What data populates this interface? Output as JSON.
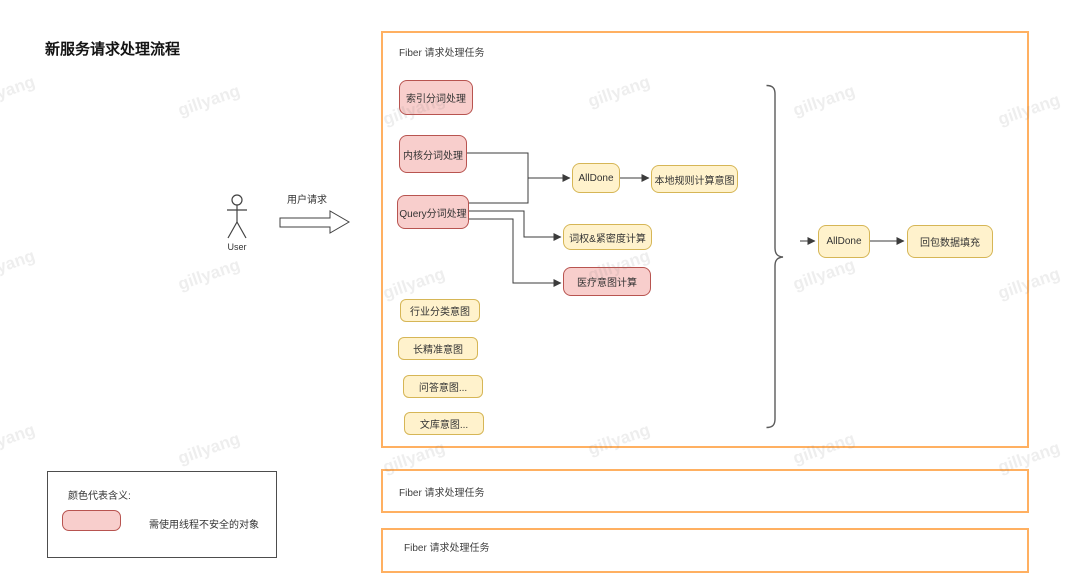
{
  "title": "新服务请求处理流程",
  "watermark": {
    "text": "gillyang"
  },
  "actor": {
    "label": "User",
    "request_label": "用户请求"
  },
  "containers": {
    "task1_label": "Fiber 请求处理任务",
    "task2_label": "Fiber 请求处理任务",
    "task3_label": "Fiber 请求处理任务"
  },
  "nodes": {
    "index_seg": "索引分词处理",
    "kernel_seg": "内核分词处理",
    "query_seg": "Query分词处理",
    "alldone_1": "AllDone",
    "local_rule_intent": "本地规则计算意图",
    "term_weight_calc": "词权&紧密度计算",
    "medical_intent_calc": "医疗意图计算",
    "industry_intent": "行业分类意图",
    "long_precise_intent": "长精准意图",
    "qa_intent": "问答意图...",
    "wenku_intent": "文库意图...",
    "alldone_2": "AllDone",
    "response_fill": "回包数据填充"
  },
  "legend": {
    "title": "颜色代表含义:",
    "item_label": "需使用线程不安全的对象"
  },
  "colors": {
    "pink_fill": "#f8cecc",
    "pink_stroke": "#b85450",
    "yellow_fill": "#fff2cc",
    "yellow_stroke": "#d6b656",
    "container_stroke": "#ffb061",
    "connector": "#3b3b3b"
  }
}
